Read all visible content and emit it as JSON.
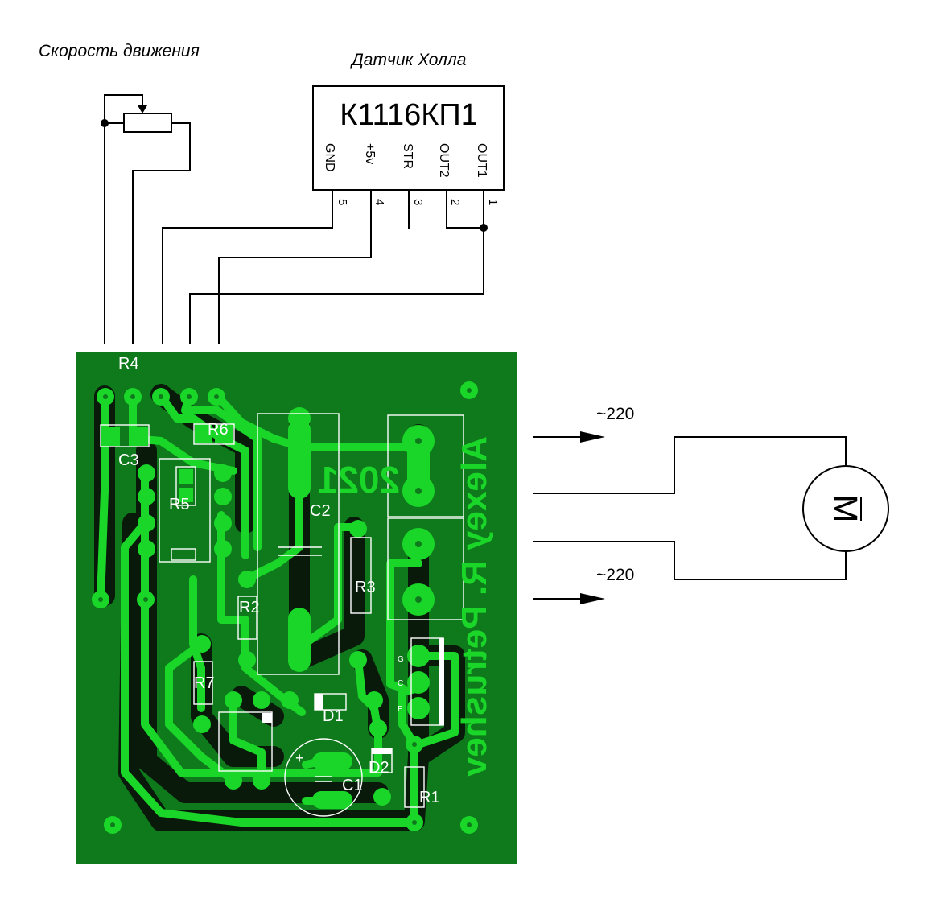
{
  "speed_label": "Скорость движения",
  "hall_sensor_label": "Датчик Холла",
  "ic": {
    "part_number": "К1116КП1",
    "pins": [
      {
        "name": "GND",
        "number": "5"
      },
      {
        "name": "+5v",
        "number": "4"
      },
      {
        "name": "STR",
        "number": "3"
      },
      {
        "name": "OUT2",
        "number": "2"
      },
      {
        "name": "OUT1",
        "number": "1"
      }
    ]
  },
  "mains": {
    "top_label": "~220",
    "bottom_label": "~220"
  },
  "motor": {
    "symbol": "M"
  },
  "pcb": {
    "year": "2021",
    "author": "Alexey R. Petrushev",
    "components": {
      "r1": "R1",
      "r2": "R2",
      "r3": "R3",
      "r4": "R4",
      "r5": "R5",
      "r6": "R6",
      "r7": "R7",
      "c1": "C1",
      "c2": "C2",
      "c3": "C3",
      "d1": "D1",
      "d2": "D2"
    },
    "transistor_pins": [
      "G",
      "C",
      "E"
    ],
    "c1_polarity": "+"
  },
  "colors": {
    "board": "#0f7a1c",
    "copper": "#1ad629",
    "silkscreen": "#ffffff",
    "schematic": "#000000"
  }
}
